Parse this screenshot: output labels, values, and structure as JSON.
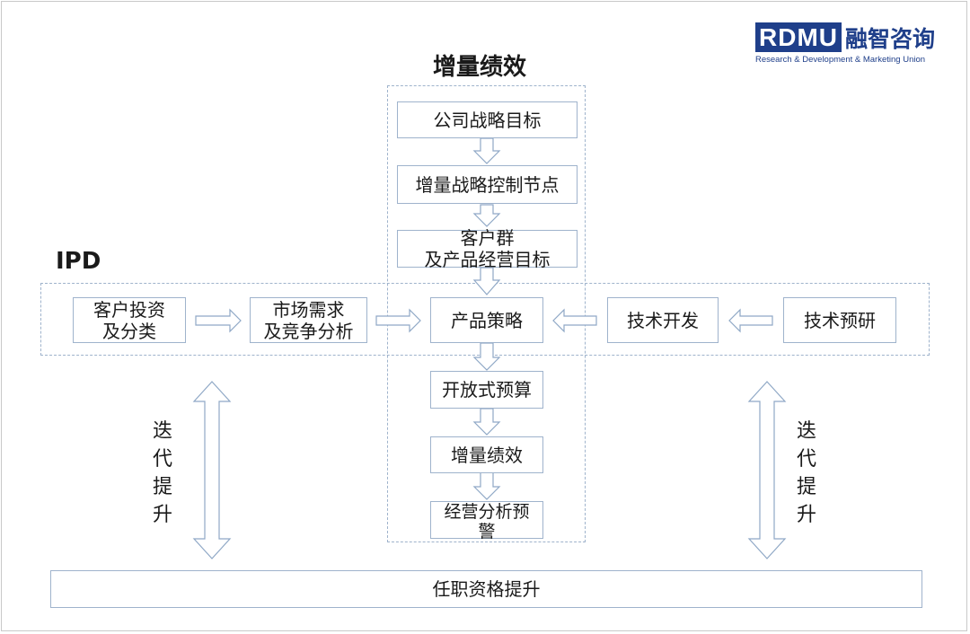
{
  "logo": {
    "abbr": "RDMU",
    "chinese": "融智咨询",
    "tagline": "Research & Development & Marketing Union"
  },
  "headings": {
    "incremental": "增量绩效",
    "ipd": "IPD"
  },
  "center_column": [
    "公司战略目标",
    "增量战略控制节点",
    "客户群\n及产品经营目标",
    "产品策略",
    "开放式预算",
    "增量绩效",
    "经营分析预\n警"
  ],
  "ipd_row": {
    "left": [
      "客户投资\n及分类",
      "市场需求\n及竞争分析"
    ],
    "right": [
      "技术开发",
      "技术预研"
    ]
  },
  "iteration_label": "迭代提升",
  "bottom_bar": "任职资格提升",
  "colors": {
    "border": "#9fb3cc",
    "arrow_stroke": "#8fa8c6",
    "logo_blue": "#1f3f8a"
  }
}
